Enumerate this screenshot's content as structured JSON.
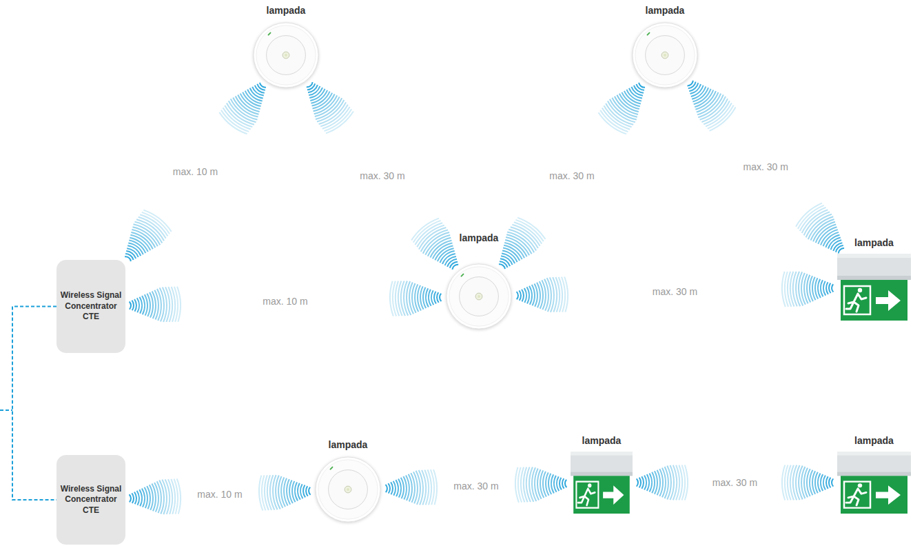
{
  "diagram": {
    "nodes": [
      {
        "text": [
          "lampada"
        ]
      },
      {
        "text": [
          "lampada"
        ]
      },
      {
        "text": [
          "lampada"
        ]
      },
      {
        "text": [
          "lampada"
        ]
      },
      {
        "text": [
          "Wireless Signal Concentrator CTE"
        ]
      },
      {
        "text": [
          "Wireless Signal Concentrator CTE"
        ]
      },
      {
        "text": [
          "lampada"
        ]
      },
      {
        "text": [
          "lampada"
        ]
      },
      {
        "text": [
          "lampada"
        ]
      }
    ],
    "edges": [
      {
        "from": 4,
        "to": 0,
        "arrow": "both",
        "label": "max. 10 m"
      },
      {
        "from": 0,
        "to": 2,
        "arrow": "both",
        "label": "max. 30 m"
      },
      {
        "from": 2,
        "to": 1,
        "arrow": "both",
        "label": "max. 30 m"
      },
      {
        "from": 1,
        "to": 3,
        "arrow": "both",
        "label": "max. 30 m"
      },
      {
        "from": 4,
        "to": 2,
        "arrow": "both",
        "label": "max. 10 m"
      },
      {
        "from": 2,
        "to": 3,
        "arrow": "both",
        "label": "max. 30 m"
      },
      {
        "from": 5,
        "to": 6,
        "arrow": "both",
        "label": "max. 10 m"
      },
      {
        "from": 6,
        "to": 7,
        "arrow": "both",
        "label": "max. 30 m"
      },
      {
        "from": 7,
        "to": 8,
        "arrow": "both",
        "label": "max. 30 m"
      },
      {
        "from": 4,
        "to": 5,
        "arrow": "none"
      }
    ]
  }
}
